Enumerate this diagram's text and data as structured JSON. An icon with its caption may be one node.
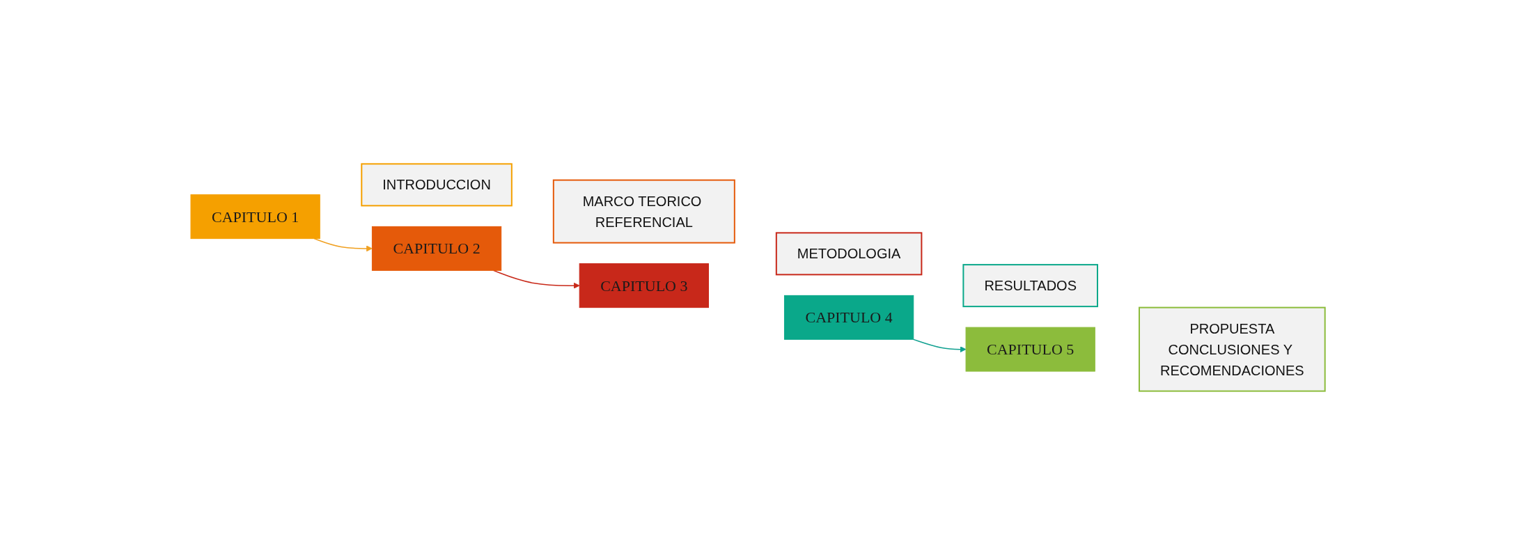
{
  "diagram": {
    "nodes": [
      {
        "text": [
          "CAPITULO 1"
        ]
      },
      {
        "text": [
          "INTRODUCCION"
        ]
      },
      {
        "text": [
          "CAPITULO 2"
        ]
      },
      {
        "text": [
          "MARCO TEORICO REFERENCIAL"
        ]
      },
      {
        "text": [
          "CAPITULO 3"
        ]
      },
      {
        "text": [
          "METODOLOGIA"
        ]
      },
      {
        "text": [
          "CAPITULO 4"
        ]
      },
      {
        "text": [
          "RESULTADOS"
        ]
      },
      {
        "text": [
          "CAPITULO 5"
        ]
      },
      {
        "text": [
          "PROPUESTA",
          "CONCLUSIONES Y RECOMENDACIONES"
        ]
      }
    ],
    "edges": [
      {
        "from": 0,
        "to": 2,
        "arrow": "to",
        "color": "#f0a020"
      },
      {
        "from": 2,
        "to": 4,
        "arrow": "to",
        "color": "#c82818"
      },
      {
        "from": 6,
        "to": 8,
        "arrow": "to",
        "color": "#10a090"
      }
    ]
  }
}
